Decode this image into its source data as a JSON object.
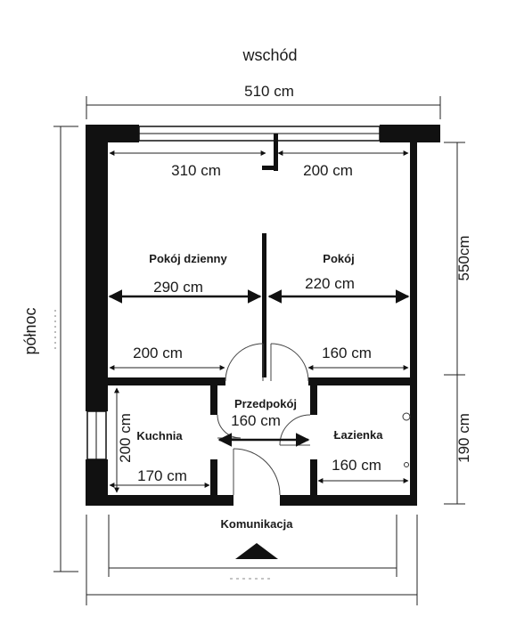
{
  "compass": {
    "top": "wschód",
    "left": "północ"
  },
  "dimensions": {
    "total_width": "510 cm",
    "living_width_top": "310 cm",
    "room_width_top": "200 cm",
    "living_width_mid": "290 cm",
    "room_width_mid": "220 cm",
    "living_width_low": "200 cm",
    "room_width_low": "160 cm",
    "hall_width": "160 cm",
    "kitchen_width": "170 cm",
    "bath_width": "160 cm",
    "kitchen_depth": "200 cm",
    "upper_depth": "550cm",
    "lower_depth": "190 cm"
  },
  "rooms": {
    "living": "Pokój dzienny",
    "room": "Pokój",
    "hall": "Przedpokój",
    "kitchen": "Kuchnia",
    "bath": "Łazienka",
    "corridor": "Komunikacja"
  }
}
